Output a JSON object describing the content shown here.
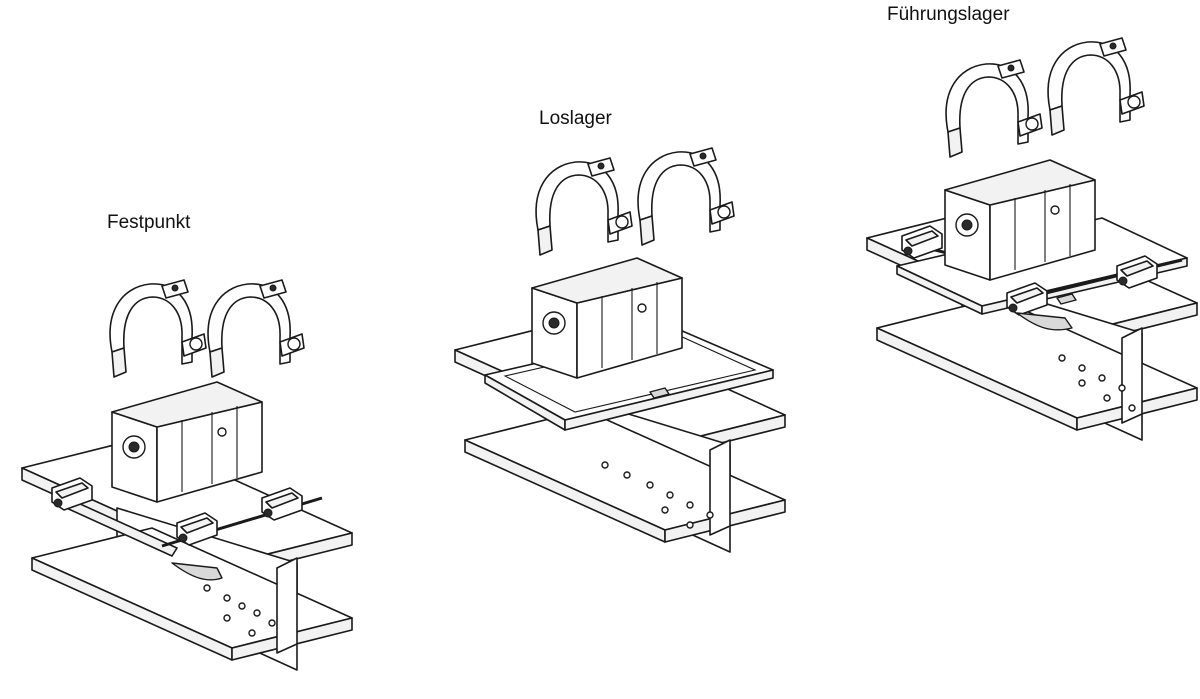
{
  "labels": {
    "festpunkt": "Festpunkt",
    "loslager": "Loslager",
    "fuehrungslager": "Führungslager"
  },
  "assemblies": [
    {
      "name": "festpunkt",
      "clamps": 2,
      "side_clamps": true,
      "slide_plate": false
    },
    {
      "name": "loslager",
      "clamps": 2,
      "side_clamps": false,
      "slide_plate": true
    },
    {
      "name": "fuehrungslager",
      "clamps": 2,
      "side_clamps": true,
      "slide_plate": true
    }
  ]
}
